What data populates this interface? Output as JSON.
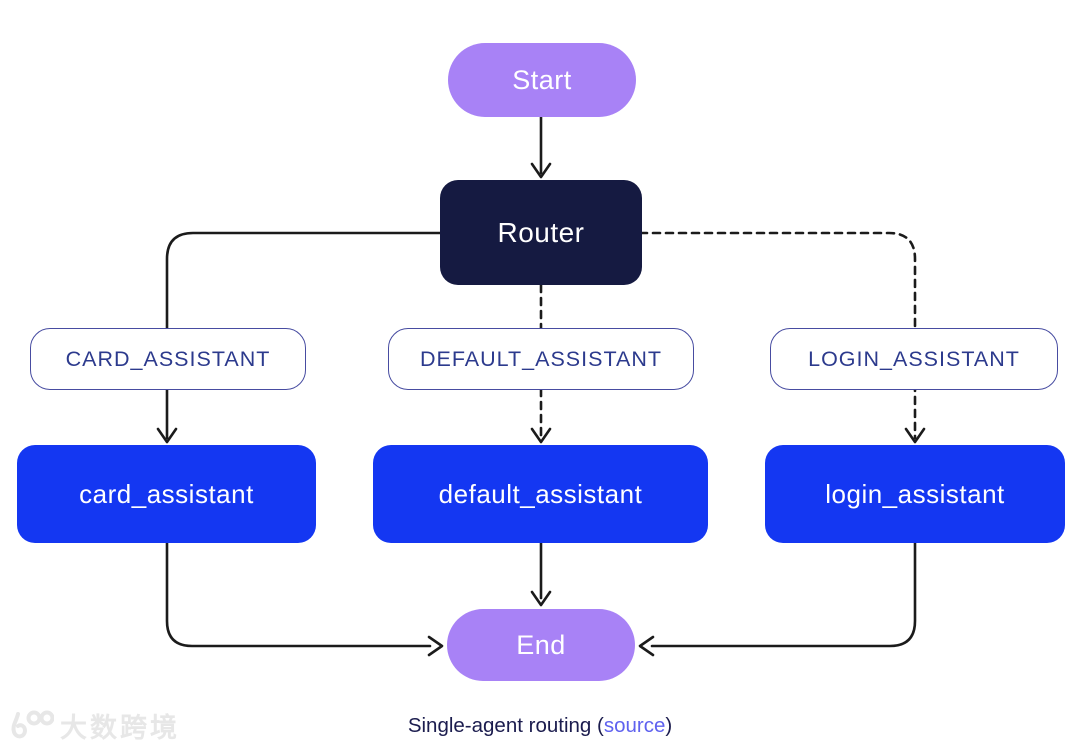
{
  "diagram": {
    "nodes": {
      "start": "Start",
      "router": "Router",
      "route_card": "CARD_ASSISTANT",
      "route_default": "DEFAULT_ASSISTANT",
      "route_login": "LOGIN_ASSISTANT",
      "agent_card": "card_assistant",
      "agent_default": "default_assistant",
      "agent_login": "login_assistant",
      "end": "End"
    },
    "edges": [
      {
        "from": "Start",
        "to": "Router",
        "style": "solid"
      },
      {
        "from": "Router",
        "to": "CARD_ASSISTANT",
        "style": "solid"
      },
      {
        "from": "Router",
        "to": "DEFAULT_ASSISTANT",
        "style": "dashed"
      },
      {
        "from": "Router",
        "to": "LOGIN_ASSISTANT",
        "style": "dashed"
      },
      {
        "from": "CARD_ASSISTANT",
        "to": "card_assistant",
        "style": "solid"
      },
      {
        "from": "DEFAULT_ASSISTANT",
        "to": "default_assistant",
        "style": "dashed"
      },
      {
        "from": "LOGIN_ASSISTANT",
        "to": "login_assistant",
        "style": "dashed"
      },
      {
        "from": "card_assistant",
        "to": "End",
        "style": "solid"
      },
      {
        "from": "default_assistant",
        "to": "End",
        "style": "solid"
      },
      {
        "from": "login_assistant",
        "to": "End",
        "style": "solid"
      }
    ],
    "colors": {
      "terminal_fill": "#a882f6",
      "router_fill": "#151a41",
      "agent_fill": "#1437f2",
      "route_border": "#474ca1",
      "route_text": "#2c3a8d",
      "line": "#1b1b1b",
      "node_text": "#ffffff"
    }
  },
  "caption": {
    "prefix": "Single-agent routing (",
    "link": "source",
    "suffix": ")",
    "link_color": "#5f62ef"
  },
  "watermark": {
    "text": "大数跨境"
  }
}
